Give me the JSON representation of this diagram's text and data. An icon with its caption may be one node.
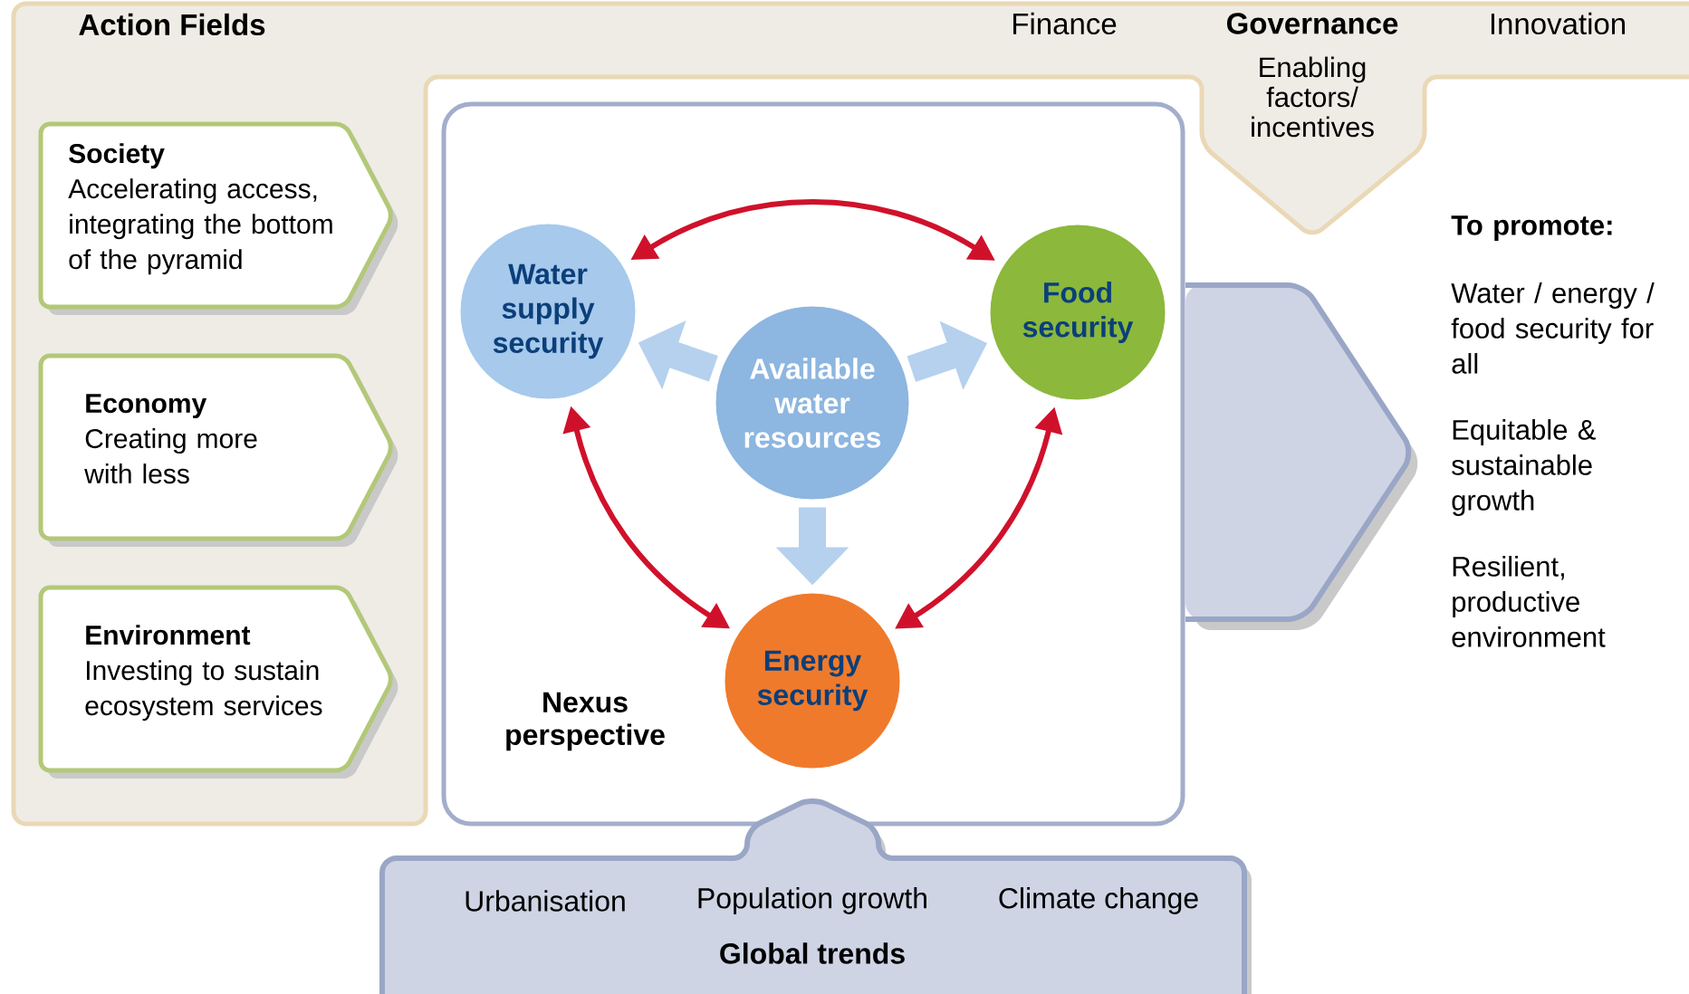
{
  "diagram": {
    "nodes": [
      {
        "text": [
          "Action Fields"
        ]
      },
      {
        "text": [
          "Society",
          "Accelerating access, integrating the bottom of the pyramid"
        ],
        "in": 0
      },
      {
        "text": [
          "Economy",
          "Creating more with less"
        ],
        "in": 0
      },
      {
        "text": [
          "Environment",
          "Investing to sustain ecosystem services"
        ],
        "in": 0
      },
      {
        "text": [
          "Nexus perspective"
        ]
      },
      {
        "text": [
          "Water supply security"
        ],
        "in": 4
      },
      {
        "text": [
          "Available water resources"
        ],
        "in": 4
      },
      {
        "text": [
          "Food security"
        ],
        "in": 4
      },
      {
        "text": [
          "Energy security"
        ],
        "in": 4
      },
      {
        "text": [],
        "shape": "arrow"
      },
      {
        "text": [
          "To promote:",
          "Water / energy / food security for all",
          "Equitable & sustainable growth",
          "Resilient, productive environment"
        ]
      },
      {
        "text": [
          "Urbanisation",
          "Population growth",
          "Climate change",
          "Global trends"
        ]
      }
    ],
    "edges": [
      {
        "from": 5,
        "to": 7,
        "arrow": "both",
        "color": "#d0112b"
      },
      {
        "from": 5,
        "to": 8,
        "arrow": "both",
        "color": "#d0112b"
      },
      {
        "from": 7,
        "to": 8,
        "arrow": "both",
        "color": "#d0112b"
      },
      {
        "from": 6,
        "to": 5,
        "arrow": "to",
        "style": "thick",
        "color": "#b5d1ee"
      },
      {
        "from": 6,
        "to": 7,
        "arrow": "to",
        "style": "thick",
        "color": "#b5d1ee"
      },
      {
        "from": 6,
        "to": 8,
        "arrow": "to",
        "style": "thick",
        "color": "#b5d1ee"
      }
    ],
    "labels": [
      "Finance",
      "Governance",
      "Innovation",
      "Enabling factors/ incentives"
    ]
  }
}
